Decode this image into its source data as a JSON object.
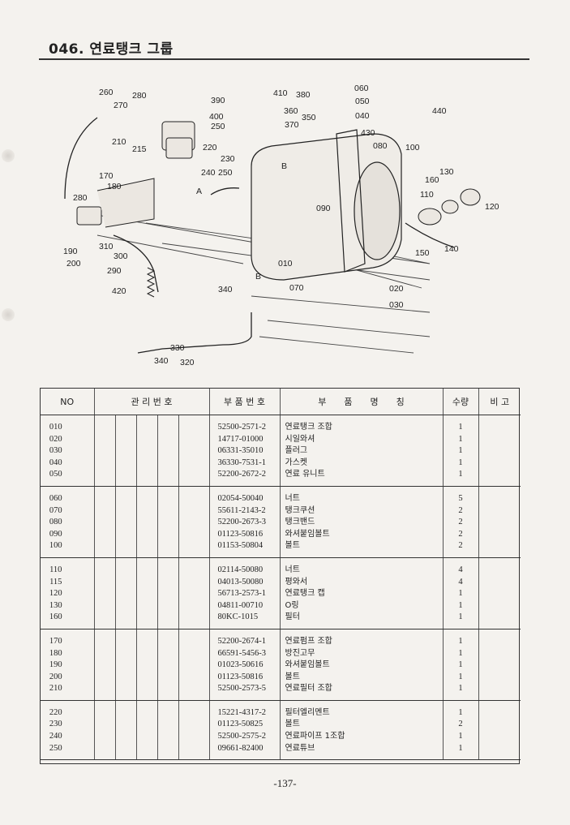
{
  "page": {
    "title": "046. 연료탱크 그룹",
    "page_number": "-137-"
  },
  "diagram": {
    "labels": [
      "260",
      "280",
      "270",
      "210",
      "215",
      "400",
      "250",
      "220",
      "390",
      "410",
      "380",
      "360",
      "350",
      "370",
      "060",
      "050",
      "040",
      "440",
      "430",
      "080",
      "100",
      "230",
      "240",
      "250",
      "B",
      "A",
      "170",
      "180",
      "280",
      "290",
      "300",
      "310",
      "190",
      "200",
      "420",
      "010",
      "340",
      "B",
      "070",
      "020",
      "030",
      "130",
      "160",
      "110",
      "120",
      "090",
      "140",
      "150",
      "330",
      "340",
      "320"
    ]
  },
  "table": {
    "headers": {
      "no": "NO",
      "mgmt": "관 리 번 호",
      "part_no": "부 품 번 호",
      "part_name": "부　　품　　명　　칭",
      "qty": "수량",
      "note": "비 고"
    },
    "groups": [
      [
        {
          "no": "010",
          "part_no": "52500-2571-2",
          "name": "연료탱크 조합",
          "qty": "1"
        },
        {
          "no": "020",
          "part_no": "14717-01000",
          "name": "시일와셔",
          "qty": "1"
        },
        {
          "no": "030",
          "part_no": "06331-35010",
          "name": "플러그",
          "qty": "1"
        },
        {
          "no": "040",
          "part_no": "36330-7531-1",
          "name": "가스켓",
          "qty": "1"
        },
        {
          "no": "050",
          "part_no": "52200-2672-2",
          "name": "연료 유니트",
          "qty": "1"
        }
      ],
      [
        {
          "no": "060",
          "part_no": "02054-50040",
          "name": "너트",
          "qty": "5"
        },
        {
          "no": "070",
          "part_no": "55611-2143-2",
          "name": "탱크쿠션",
          "qty": "2"
        },
        {
          "no": "080",
          "part_no": "52200-2673-3",
          "name": "탱크밴드",
          "qty": "2"
        },
        {
          "no": "090",
          "part_no": "01123-50816",
          "name": "와셔붙임볼트",
          "qty": "2"
        },
        {
          "no": "100",
          "part_no": "01153-50804",
          "name": "볼트",
          "qty": "2"
        }
      ],
      [
        {
          "no": "110",
          "part_no": "02114-50080",
          "name": "너트",
          "qty": "4"
        },
        {
          "no": "115",
          "part_no": "04013-50080",
          "name": "평와서",
          "qty": "4"
        },
        {
          "no": "120",
          "part_no": "56713-2573-1",
          "name": "연료탱크 캡",
          "qty": "1"
        },
        {
          "no": "130",
          "part_no": "04811-00710",
          "name": "O링",
          "qty": "1"
        },
        {
          "no": "160",
          "part_no": "80KC-1015",
          "name": "필터",
          "qty": "1"
        }
      ],
      [
        {
          "no": "170",
          "part_no": "52200-2674-1",
          "name": "연료펌프 조합",
          "qty": "1"
        },
        {
          "no": "180",
          "part_no": "66591-5456-3",
          "name": "방진고무",
          "qty": "1"
        },
        {
          "no": "190",
          "part_no": "01023-50616",
          "name": "와셔붙임볼트",
          "qty": "1"
        },
        {
          "no": "200",
          "part_no": "01123-50816",
          "name": "볼트",
          "qty": "1"
        },
        {
          "no": "210",
          "part_no": "52500-2573-5",
          "name": "연료필터 조합",
          "qty": "1"
        }
      ],
      [
        {
          "no": "220",
          "part_no": "15221-4317-2",
          "name": "필터엘리멘트",
          "qty": "1"
        },
        {
          "no": "230",
          "part_no": "01123-50825",
          "name": "볼트",
          "qty": "2"
        },
        {
          "no": "240",
          "part_no": "52500-2575-2",
          "name": "연료파이프 1조합",
          "qty": "1"
        },
        {
          "no": "250",
          "part_no": "09661-82400",
          "name": "연료튜브",
          "qty": "1"
        }
      ]
    ]
  }
}
